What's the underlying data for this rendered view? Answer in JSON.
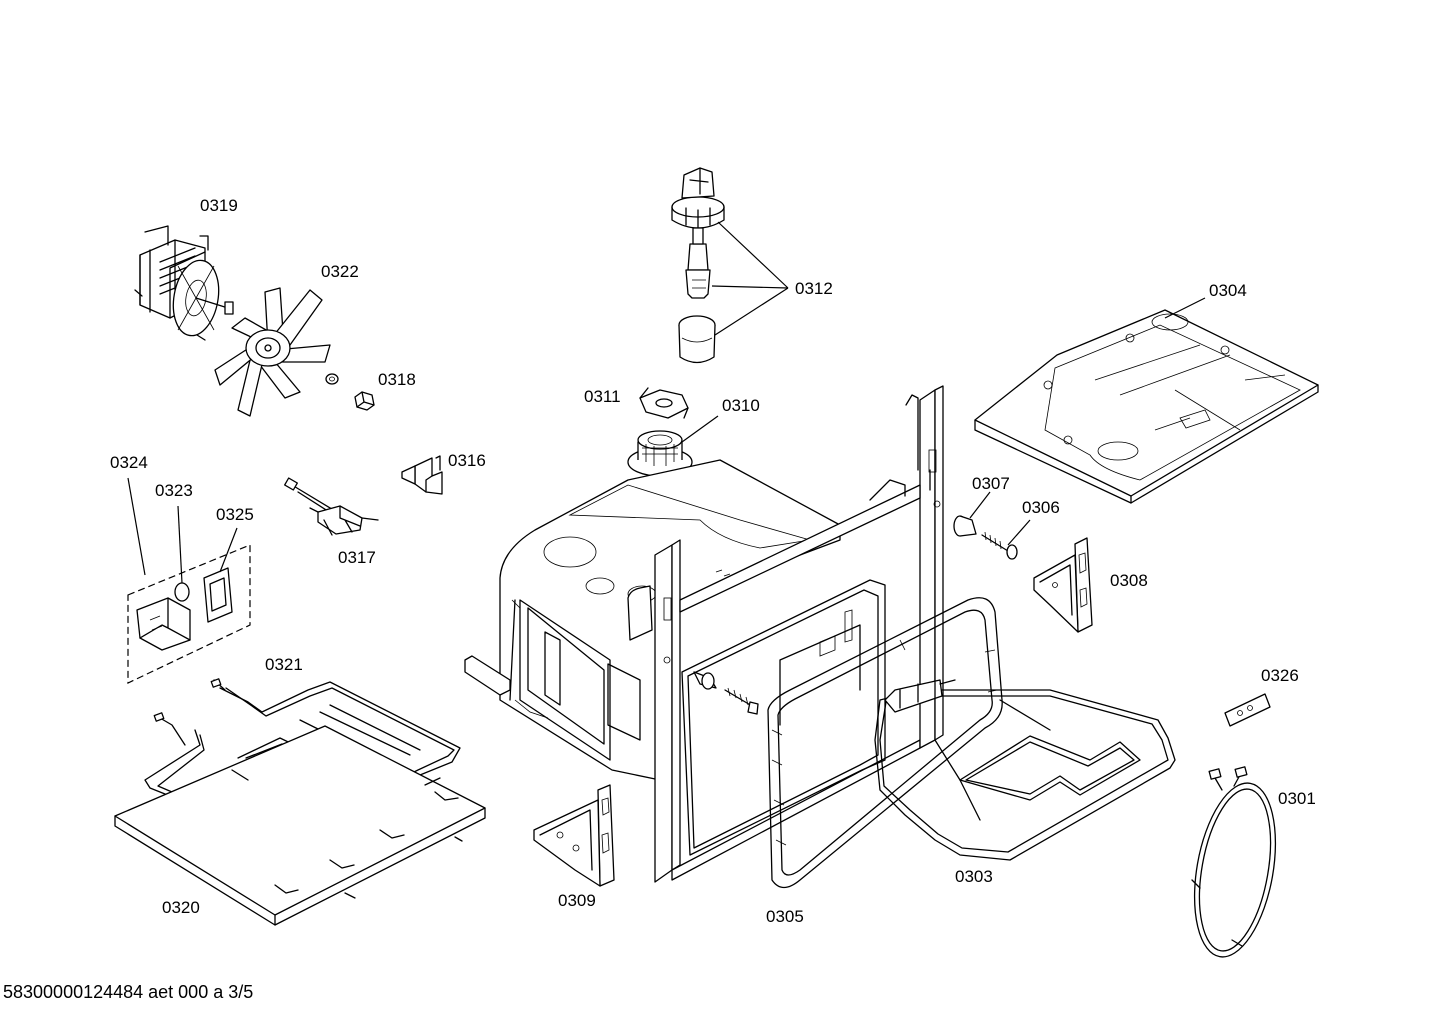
{
  "labels": {
    "p0319": "0319",
    "p0322": "0322",
    "p0318": "0318",
    "p0312": "0312",
    "p0304": "0304",
    "p0311": "0311",
    "p0310": "0310",
    "p0324": "0324",
    "p0323": "0323",
    "p0325": "0325",
    "p0316": "0316",
    "p0317": "0317",
    "p0307": "0307",
    "p0306": "0306",
    "p0308": "0308",
    "p0321": "0321",
    "p0326": "0326",
    "p0301": "0301",
    "p0303": "0303",
    "p0320": "0320",
    "p0309": "0309",
    "p0305": "0305"
  },
  "footer": "58300000124484 aet 000 a 3/5"
}
